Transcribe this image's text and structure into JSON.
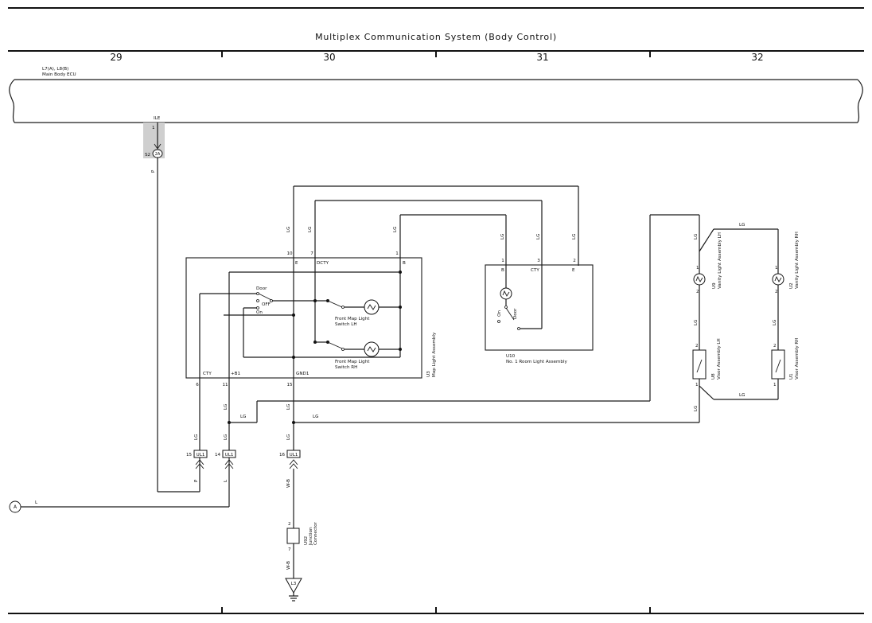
{
  "title": "Multiplex Communication System (Body Control)",
  "columns": [
    "29",
    "30",
    "31",
    "32"
  ],
  "ecu": {
    "ref": "L7(A), L8(B)",
    "name": "Main Body ECU",
    "pin_name": "ILE",
    "pin_num": "1",
    "conn_ref": "S2",
    "conn_id": "2A"
  },
  "map_light": {
    "ref": "U3",
    "name": "Map Light Assembly",
    "sw_lh": [
      "Front Map Light",
      "Switch LH"
    ],
    "sw_rh": [
      "Front Map Light",
      "Switch RH"
    ],
    "door": "Door",
    "off": "OFF",
    "on": "On",
    "pins_top": [
      {
        "num": "10",
        "name": "E"
      },
      {
        "num": "7",
        "name": "DCTY"
      },
      {
        "num": "1",
        "name": "B"
      }
    ],
    "pins_bottom": [
      {
        "num": "6",
        "name": "CTY"
      },
      {
        "num": "11",
        "name": "+B1"
      },
      {
        "num": "15",
        "name": "GND1"
      }
    ]
  },
  "room_light": {
    "ref": "U10",
    "name": "No. 1 Room Light Assembly",
    "on": "On",
    "door": "Door",
    "pins": [
      {
        "num": "1",
        "name": "B"
      },
      {
        "num": "3",
        "name": "CTY"
      },
      {
        "num": "2",
        "name": "E"
      }
    ]
  },
  "vanity_lh": {
    "ref": "U9",
    "name": "Vanity Light Assembly LH",
    "pin_top": "1",
    "pin_bottom": "2"
  },
  "vanity_rh": {
    "ref": "U2",
    "name": "Vanity Light Assembly RH",
    "pin_top": "1",
    "pin_bottom": "2"
  },
  "visor_lh": {
    "ref": "U8",
    "name": "Visor Assembly LH",
    "pin_top": "2",
    "pin_bottom": "1"
  },
  "visor_rh": {
    "ref": "U1",
    "name": "Visor Assembly RH",
    "pin_top": "2",
    "pin_bottom": "1"
  },
  "junction": {
    "ref": "U92",
    "name": "Junction Connector",
    "pin_top": "2",
    "pin_bottom": "7"
  },
  "ground": {
    "id": "L3"
  },
  "connectors": [
    {
      "pin": "15",
      "id": "UL1"
    },
    {
      "pin": "14",
      "id": "UL1"
    },
    {
      "pin": "16",
      "id": "UL1"
    }
  ],
  "wire_colors": {
    "lg": "LG",
    "p": "P",
    "l": "L",
    "wb": "W-B"
  },
  "offpage": {
    "ref": "A"
  }
}
